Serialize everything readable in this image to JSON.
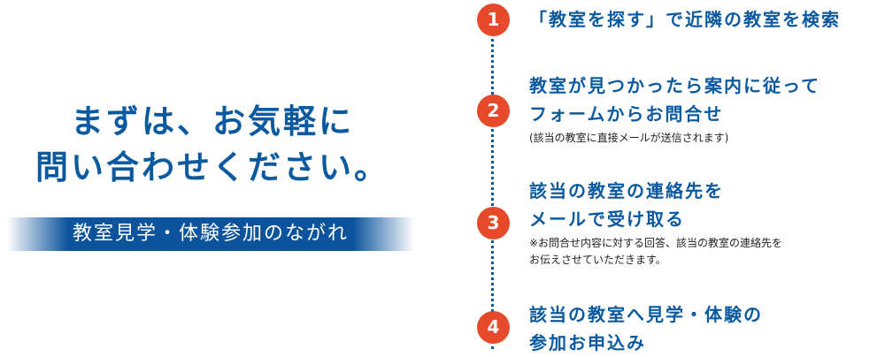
{
  "lead": {
    "line1": "まずは、お気軽に",
    "line2": "問い合わせください。"
  },
  "banner": "教室見学・体験参加のながれ",
  "colors": {
    "blue": "#0b5aa0",
    "orange": "#e64a2a"
  },
  "steps": [
    {
      "number": "1",
      "title1": "「教室を探す」で近隣の教室を検索"
    },
    {
      "number": "2",
      "title1": "教室が見つかったら案内に従って",
      "title2": "フォームからお問合せ",
      "note1": "(該当の教室に直接メールが送信されます)"
    },
    {
      "number": "3",
      "title1": "該当の教室の連絡先を",
      "title2": "メールで受け取る",
      "note1": "※お問合せ内容に対する回答、該当の教室の連絡先を",
      "note2": "お伝えさせていただきます。"
    },
    {
      "number": "4",
      "title1": "該当の教室へ見学・体験の",
      "title2": "参加お申込み"
    }
  ]
}
